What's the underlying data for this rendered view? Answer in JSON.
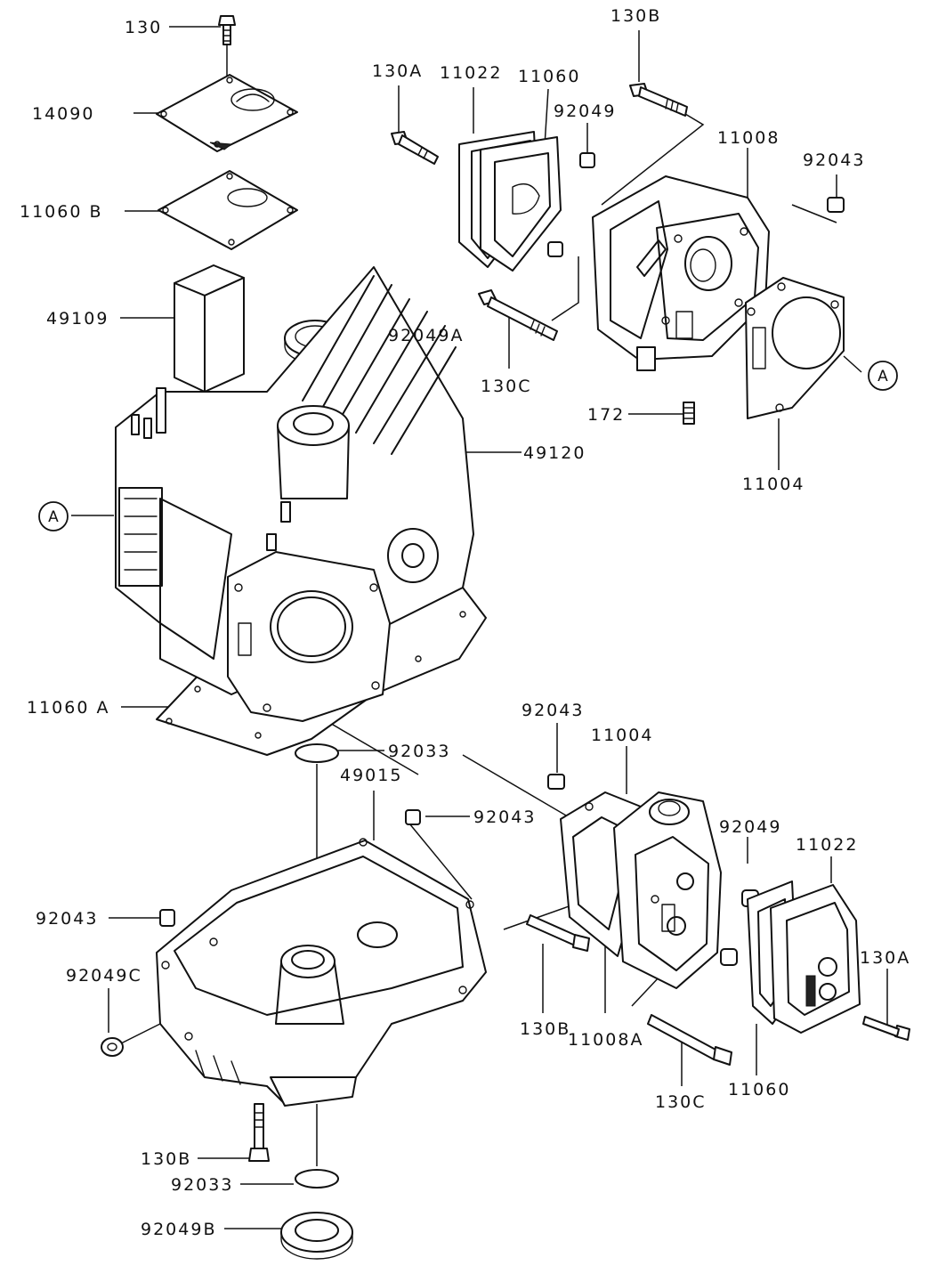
{
  "labels": {
    "l_130_top": "130",
    "l_14090": "14090",
    "l_11060B": "11060 B",
    "l_49109": "49109",
    "l_92049A": "92049A",
    "l_49120": "49120",
    "l_11060A": "11060 A",
    "l_130B_top": "130B",
    "l_130A_top": "130A",
    "l_11022_top": "11022",
    "l_11060_top": "11060",
    "l_92049_top": "92049",
    "l_11008": "11008",
    "l_92043_top": "92043",
    "l_130C_top": "130C",
    "l_172": "172",
    "l_11004_top": "11004",
    "l_92043_mid": "92043",
    "l_11004_mid": "11004",
    "l_92033_top": "92033",
    "l_49015": "49015",
    "l_92043_pan": "92043",
    "l_92049_mid": "92049",
    "l_11022_mid": "11022",
    "l_92043_left": "92043",
    "l_92049C": "92049C",
    "l_130A_mid": "130A",
    "l_130B_mid": "130B",
    "l_11008A": "11008A",
    "l_130C_mid": "130C",
    "l_11060_mid": "11060",
    "l_130B_bot": "130B",
    "l_92033_bot": "92033",
    "l_92049B": "92049B"
  },
  "refs": {
    "ref_a_right": "A",
    "ref_a_left": "A"
  }
}
